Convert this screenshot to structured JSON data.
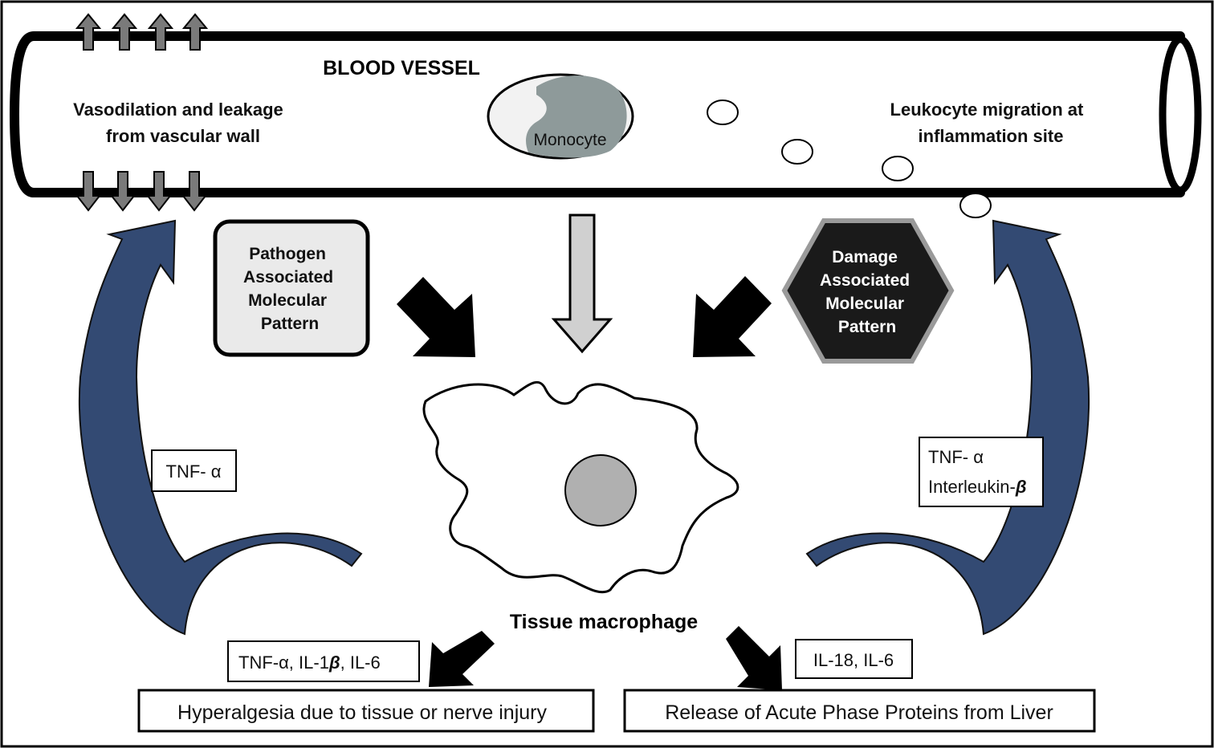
{
  "vessel": {
    "title": "BLOOD VESSEL",
    "left_note": [
      "Vasodilation and leakage",
      "from vascular wall"
    ],
    "right_note": [
      "Leukocyte migration at",
      "inflammation site"
    ],
    "monocyte_label": "Monocyte"
  },
  "pamp": {
    "lines": [
      "Pathogen",
      "Associated",
      "Molecular",
      "Pattern"
    ]
  },
  "damp": {
    "lines": [
      "Damage",
      "Associated",
      "Molecular",
      "Pattern"
    ]
  },
  "macrophage": {
    "label": "Tissue macrophage"
  },
  "left_cycle": {
    "label": "TNF- α"
  },
  "right_cycle": {
    "line1": "TNF- α",
    "line2_prefix": "Interleukin-",
    "line2_symbol": "β"
  },
  "bottom_left": {
    "cytokines_a": "TNF-α, IL-1",
    "cytokines_beta": "β",
    "cytokines_b": ", IL-6",
    "outcome": "Hyperalgesia due to tissue or nerve injury"
  },
  "bottom_right": {
    "cytokines": "IL-18, IL-6",
    "outcome": "Release of Acute Phase Proteins from Liver"
  },
  "colors": {
    "curved_arrow": "#334a73",
    "monocyte_nucleus": "#8e9a9a",
    "macrophage_nucleus": "#b0b0b0",
    "pamp_fill": "#eaeaea",
    "damp_fill": "#1a1a1a",
    "leak_arrow": "#7a7a7a",
    "down_arrow_fill": "#d0d0d0"
  }
}
